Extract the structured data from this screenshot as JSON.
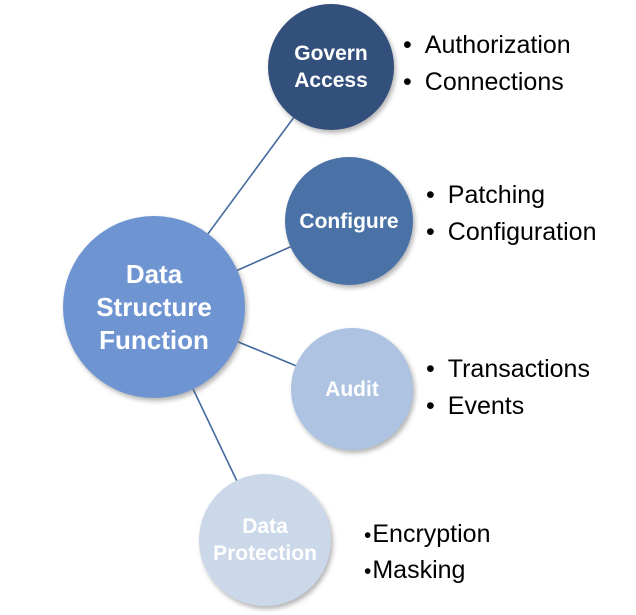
{
  "diagram": {
    "background": "#ffffff",
    "connector_color": "#44699e",
    "bullet_char": "•",
    "center": {
      "label": "Data Structure Function",
      "lines": [
        "Data",
        "Structure",
        "Function"
      ],
      "color": "#6e95d2",
      "label_color": "#ffffff"
    },
    "nodes": [
      {
        "id": "govern-access",
        "label": "Govern Access",
        "lines": [
          "Govern",
          "Access"
        ],
        "color": "#33507c",
        "label_color": "#ffffff",
        "bullets": [
          "Authorization",
          "Connections"
        ]
      },
      {
        "id": "configure",
        "label": "Configure",
        "lines": [
          "Configure"
        ],
        "color": "#4a72a6",
        "label_color": "#ffffff",
        "bullets": [
          "Patching",
          "Configuration"
        ]
      },
      {
        "id": "audit",
        "label": "Audit",
        "lines": [
          "Audit"
        ],
        "color": "#adc3e1",
        "label_color": "#ffffff",
        "bullets": [
          "Transactions",
          "Events"
        ]
      },
      {
        "id": "data-protection",
        "label": "Data Protection",
        "lines": [
          "Data",
          "Protection"
        ],
        "color": "#cbd8ea",
        "label_color": "#ffffff",
        "bullets": [
          "Encryption",
          "Masking"
        ]
      }
    ]
  }
}
